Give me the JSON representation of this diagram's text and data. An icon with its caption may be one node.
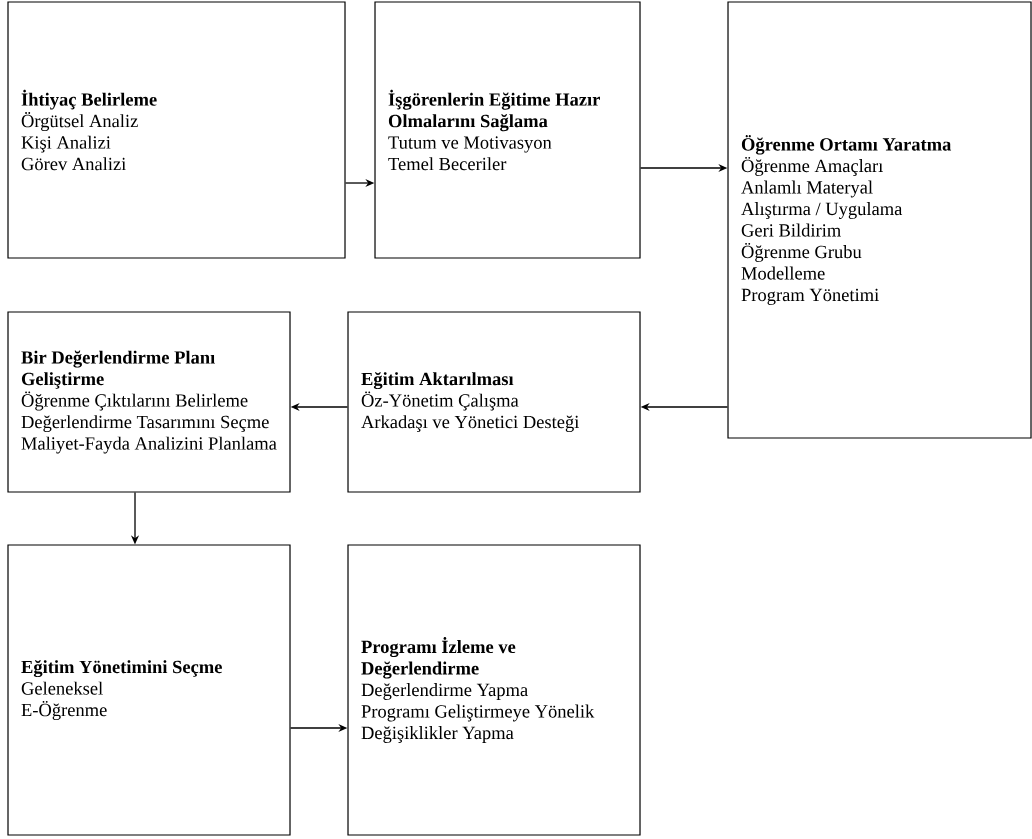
{
  "diagram": {
    "nodes": [
      {
        "text": [
          "İhtiyaç Belirleme",
          "Örgütsel Analiz",
          "Kişi Analizi",
          "Görev Analizi"
        ]
      },
      {
        "text": [
          "İşgörenlerin Eğitime Hazır Olmalarını Sağlama",
          "Tutum ve Motivasyon",
          "Temel Beceriler"
        ]
      },
      {
        "text": [
          "Öğrenme Ortamı Yaratma",
          "Öğrenme Amaçları",
          "Anlamlı Materyal",
          "Alıştırma / Uygulama",
          "Geri Bildirim",
          "Öğrenme Grubu",
          "Modelleme",
          "Program Yönetimi"
        ]
      },
      {
        "text": [
          "Bir Değerlendirme Planı Geliştirme",
          "Öğrenme Çıktılarını Belirleme",
          "Değerlendirme Tasarımını Seçme",
          "Maliyet-Fayda Analizini Planlama"
        ]
      },
      {
        "text": [
          "Eğitim Aktarılması",
          "Öz-Yönetim Çalışma",
          "Arkadaşı ve Yönetici Desteği"
        ]
      },
      {
        "text": [
          "Eğitim Yönetimini Seçme",
          "Geleneksel",
          "E-Öğrenme"
        ]
      },
      {
        "text": [
          "Programı İzleme ve Değerlendirme",
          "Değerlendirme Yapma",
          "Programı Geliştirmeye Yönelik Değişiklikler Yapma"
        ]
      }
    ],
    "edges": [
      {
        "from": 0,
        "to": 1,
        "arrow": "to"
      },
      {
        "from": 1,
        "to": 2,
        "arrow": "to"
      },
      {
        "from": 2,
        "to": 4,
        "arrow": "to"
      },
      {
        "from": 4,
        "to": 3,
        "arrow": "to"
      },
      {
        "from": 3,
        "to": 5,
        "arrow": "to"
      },
      {
        "from": 5,
        "to": 6,
        "arrow": "to"
      }
    ]
  }
}
